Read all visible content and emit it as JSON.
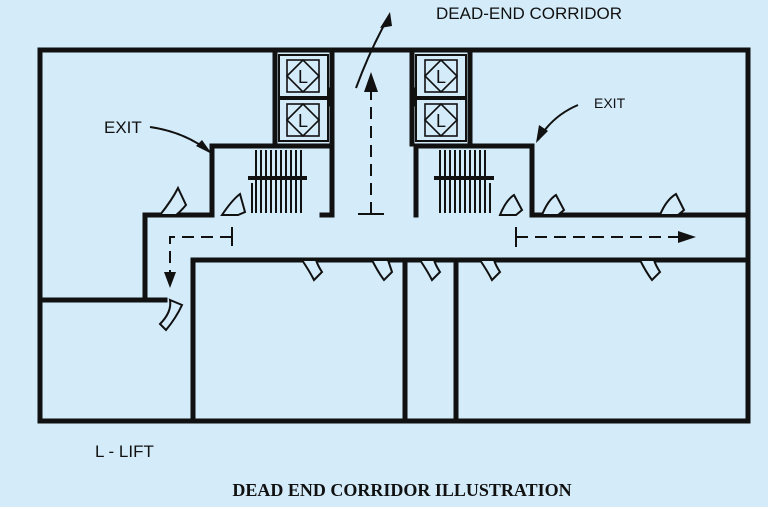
{
  "labels": {
    "dead_end_corridor": "DEAD-END CORRIDOR",
    "exit_left": "EXIT",
    "exit_right": "EXIT",
    "lift_legend": "L - LIFT",
    "title": "DEAD END CORRIDOR ILLUSTRATION"
  },
  "lifts": [
    "L",
    "L",
    "L",
    "L"
  ],
  "colors": {
    "background": "#d4ecf9",
    "ink": "#111111"
  }
}
